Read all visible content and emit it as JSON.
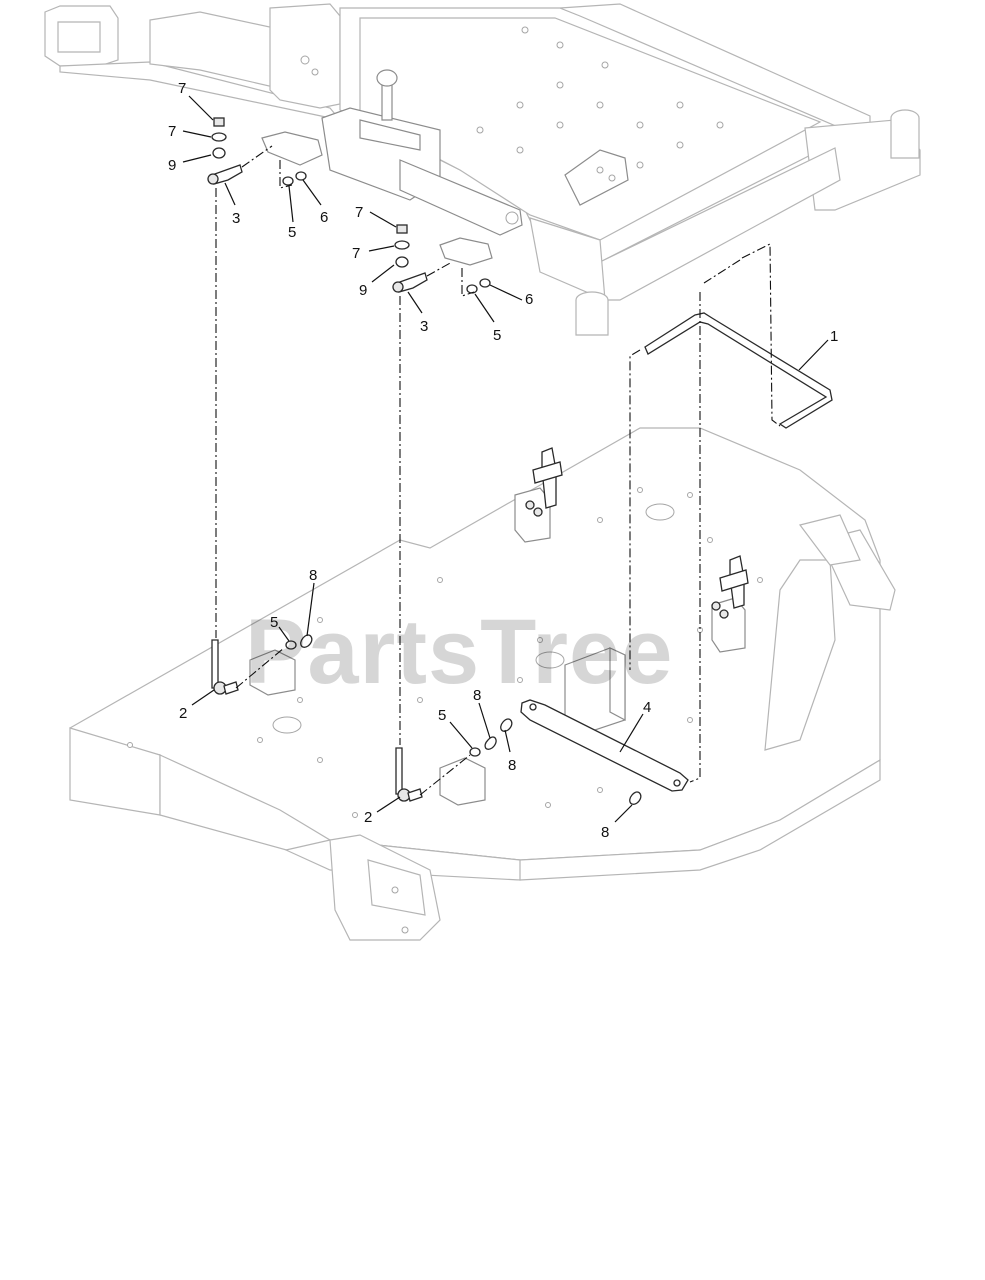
{
  "watermark": "PartsTree",
  "callouts": [
    {
      "id": "c7a",
      "label": "7"
    },
    {
      "id": "c7b",
      "label": "7"
    },
    {
      "id": "c9a",
      "label": "9"
    },
    {
      "id": "c3a",
      "label": "3"
    },
    {
      "id": "c5a",
      "label": "5"
    },
    {
      "id": "c6a",
      "label": "6"
    },
    {
      "id": "c7c",
      "label": "7"
    },
    {
      "id": "c7d",
      "label": "7"
    },
    {
      "id": "c9b",
      "label": "9"
    },
    {
      "id": "c3b",
      "label": "3"
    },
    {
      "id": "c6b",
      "label": "6"
    },
    {
      "id": "c5b",
      "label": "5"
    },
    {
      "id": "c1",
      "label": "1"
    },
    {
      "id": "c5c",
      "label": "5"
    },
    {
      "id": "c8a",
      "label": "8"
    },
    {
      "id": "c2a",
      "label": "2"
    },
    {
      "id": "c8b",
      "label": "8"
    },
    {
      "id": "c5d",
      "label": "5"
    },
    {
      "id": "c4",
      "label": "4"
    },
    {
      "id": "c8c",
      "label": "8"
    },
    {
      "id": "c2b",
      "label": "2"
    },
    {
      "id": "c8d",
      "label": "8"
    }
  ]
}
